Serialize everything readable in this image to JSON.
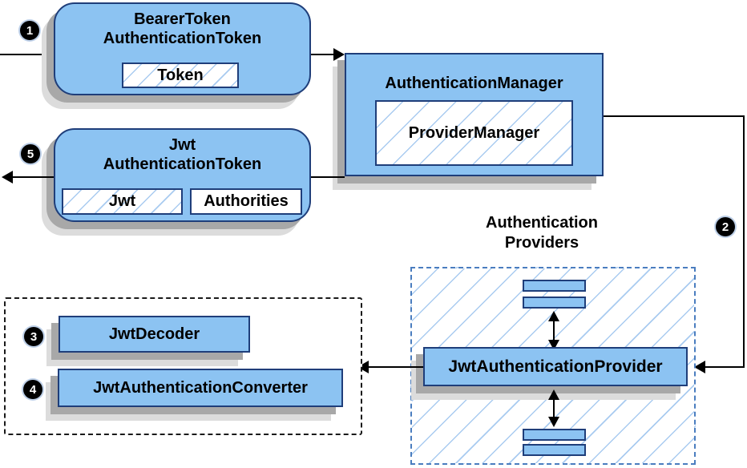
{
  "diagram": {
    "title_context": "JWT authentication flow",
    "nodes": {
      "bearer_token": {
        "title_line1": "BearerToken",
        "title_line2": "AuthenticationToken",
        "chip_token": "Token"
      },
      "auth_manager": {
        "title": "AuthenticationManager",
        "inner": "ProviderManager"
      },
      "jwt_auth_token": {
        "title_line1": "Jwt",
        "title_line2": "AuthenticationToken",
        "chip_jwt": "Jwt",
        "chip_authorities": "Authorities"
      },
      "providers_group": {
        "label_line1": "Authentication",
        "label_line2": "Providers"
      },
      "jwt_auth_provider": {
        "label": "JwtAuthenticationProvider"
      },
      "jwt_decoder": {
        "label": "JwtDecoder"
      },
      "jwt_auth_converter": {
        "label": "JwtAuthenticationConverter"
      }
    },
    "badges": {
      "step1": "1",
      "step2": "2",
      "step3": "3",
      "step4": "4",
      "step5": "5"
    },
    "edges": [
      {
        "step": "1",
        "from": "offscreen_left",
        "to": "bearer_token"
      },
      {
        "step": "",
        "from": "bearer_token",
        "to": "auth_manager"
      },
      {
        "step": "2",
        "from": "auth_manager",
        "to": "jwt_auth_provider"
      },
      {
        "step": "3/4",
        "from": "jwt_auth_provider",
        "to": "decoder_converter_group"
      },
      {
        "step": "",
        "from": "jwt_auth_provider",
        "to": "provider_stack_top",
        "bidirectional": true
      },
      {
        "step": "",
        "from": "jwt_auth_provider",
        "to": "provider_stack_bottom",
        "bidirectional": true
      },
      {
        "step": "",
        "from": "auth_manager",
        "to": "jwt_auth_token"
      },
      {
        "step": "5",
        "from": "jwt_auth_token",
        "to": "offscreen_left"
      }
    ],
    "colors": {
      "node_fill": "#8cc3f2",
      "node_border": "#1f3e7a",
      "hatch": "#a9cbf0",
      "providers_border": "#4a7dbf",
      "shadow_dark": "#a8a8a8",
      "shadow_light": "#dcdcdc",
      "arrow": "#000000"
    }
  }
}
